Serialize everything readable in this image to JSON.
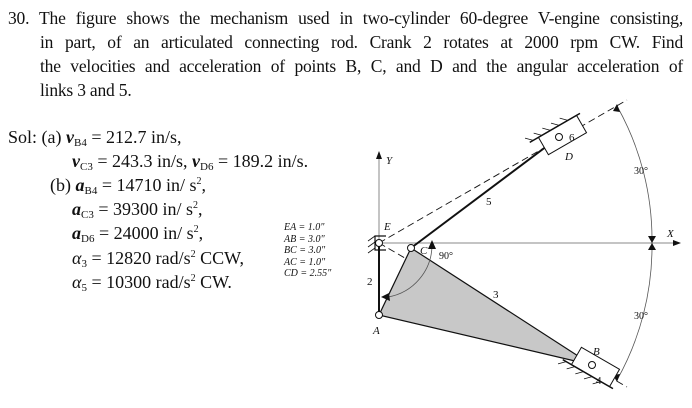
{
  "problem": {
    "lines": [
      "30. The figure shows the mechanism used in two-cylinder 60-degree V-engine consisting,",
      "in part, of an articulated connecting rod.   Crank 2 rotates at 2000 rpm CW.   Find",
      "the velocities and acceleration of points B, C, and D and the angular acceleration of",
      "links 3 and 5."
    ]
  },
  "solution": {
    "prefix": "Sol: (a)",
    "part_b": "(b)",
    "vB4": {
      "sym": "v",
      "sub": "B4",
      "value": "= 212.7 in/s,"
    },
    "vC3": {
      "sym": "v",
      "sub": "C3",
      "value": "= 243.3 in/s,"
    },
    "vD6": {
      "sym": "v",
      "sub": "D6",
      "value": "= 189.2 in/s."
    },
    "aB4": {
      "sym": "a",
      "sub": "B4",
      "value": "= 14710 in/ s",
      "sup": "2",
      "tail": ","
    },
    "aC3": {
      "sym": "a",
      "sub": "C3",
      "value": "= 39300 in/ s",
      "sup": "2",
      "tail": ","
    },
    "aD6": {
      "sym": "a",
      "sub": "D6",
      "value": "= 24000 in/ s",
      "sup": "2",
      "tail": ","
    },
    "alpha3": {
      "sym": "α",
      "sub": "3",
      "value": "= 12820 rad/s",
      "sup": "2",
      "tail": " CCW,"
    },
    "alpha5": {
      "sym": "α",
      "sub": "5",
      "value": "= 10300 rad/s",
      "sup": "2",
      "tail": " CW."
    }
  },
  "dimensions": [
    "EA = 1.0\"",
    "AB = 3.0\"",
    "BC = 3.0\"",
    "AC = 1.0\"",
    "CD = 2.55\""
  ],
  "figure": {
    "labels": {
      "E": "E",
      "A": "A",
      "B": "B",
      "C": "C",
      "D": "D",
      "X": "X",
      "Y": "Y"
    },
    "links": {
      "l2": "2",
      "l3": "3",
      "l4": "4",
      "l5": "5",
      "l6": "6"
    },
    "angles": {
      "crank": "90°",
      "upper": "30°",
      "lower": "30°"
    },
    "colors": {
      "link3_fill": "#c8c8c8",
      "line": "#111111"
    }
  }
}
